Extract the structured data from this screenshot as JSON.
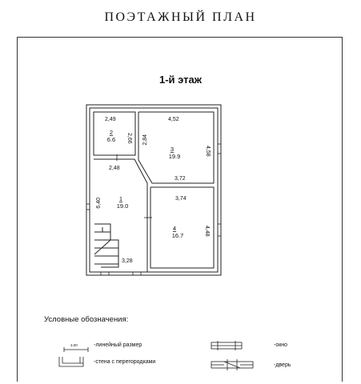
{
  "document": {
    "title": "ПОЭТАЖНЫЙ ПЛАН",
    "floor_label": "1-й этаж"
  },
  "rooms": [
    {
      "number": "1",
      "area": "19.0"
    },
    {
      "number": "2",
      "area": "6.6"
    },
    {
      "number": "3",
      "area": "19.9"
    },
    {
      "number": "4",
      "area": "16.7"
    }
  ],
  "dimensions": {
    "room2_top": "2,49",
    "room2_side": "2,66",
    "room3_top": "4,52",
    "room3_left": "2,84",
    "room3_right": "4,58",
    "room3_bottom": "3,72",
    "room1_top": "2,48",
    "room1_left": "6,40",
    "room1_bottom": "3,28",
    "room4_top": "3,74",
    "room4_right": "4,48"
  },
  "legend": {
    "title": "Условные обозначения:",
    "items": [
      {
        "label": "-линейный размер",
        "sample": "3,00"
      },
      {
        "label": "-стена с перегородками"
      },
      {
        "label": "-окно"
      },
      {
        "label": "-дверь"
      }
    ]
  },
  "colors": {
    "line": "#222222",
    "frame": "#333333"
  }
}
